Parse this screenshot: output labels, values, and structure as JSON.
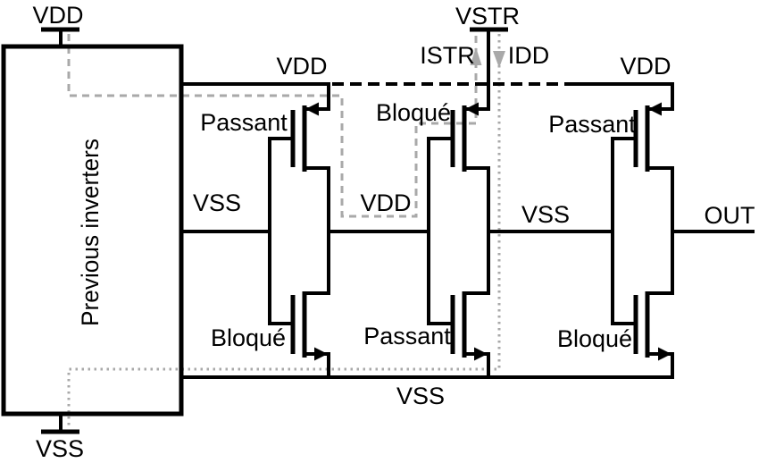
{
  "colors": {
    "on_state": "#1a56b0",
    "off_state": "#ee1212",
    "current_path": "#a9a9a9",
    "wire": "#000000"
  },
  "previous_inverters_box": {
    "label": "Previous inverters"
  },
  "supplies": {
    "vdd_top_left": "VDD",
    "vss_bottom_left": "VSS",
    "vstr_top": "VSTR"
  },
  "currents": {
    "istr_label": "ISTR",
    "idd_label": "IDD"
  },
  "rail_labels": {
    "stage1_vdd": "VDD",
    "stage3_vdd": "VDD",
    "bottom_vss": "VSS"
  },
  "node_labels": {
    "stage1_input": "VSS",
    "stage1_output": "VDD",
    "stage2_output": "VSS",
    "chain_output": "OUT"
  },
  "transistor_states": {
    "pmos_stage1": "Passant",
    "pmos_stage2": "Bloqué",
    "pmos_stage3": "Passant",
    "nmos_stage1": "Bloqué",
    "nmos_stage2": "Passant",
    "nmos_stage3": "Bloqué"
  }
}
